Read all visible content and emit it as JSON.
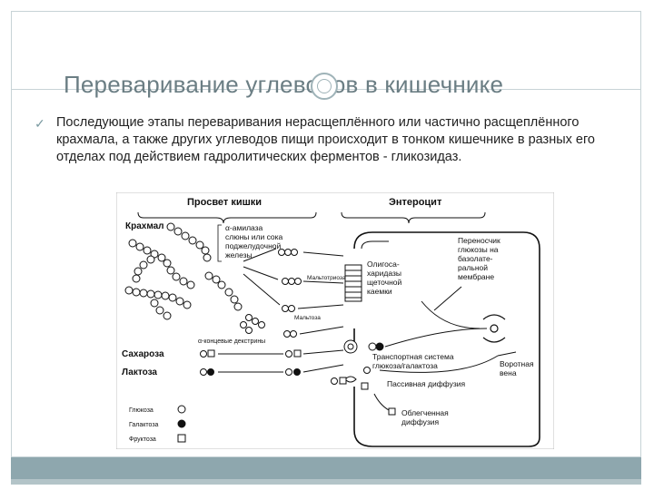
{
  "slide": {
    "title": "Переваривание углеводов в кишечнике",
    "bullet_icon": "checkmark-icon",
    "bullet_text": "Последующие этапы переваривания нерасщеплённого или частично расщеплённого крахмала, а также других углеводов пищи происходит в тонком кишечнике в разных его отделах под действием гадролитических ферментов - гликозидаз."
  },
  "figure": {
    "lumen_header": "Просвет кишки",
    "enterocyte_header": "Энтероцит",
    "starch": "Крахмал",
    "amylase_1": "α-амилаза",
    "amylase_2": "слюны или сока",
    "amylase_3": "поджелудочной",
    "amylase_4": "железы",
    "maltotriose": "Мальтотриоза",
    "maltose": "Мальтоза",
    "dextrins": "α-концевые декстрины",
    "sucrose": "Сахароза",
    "lactose": "Лактоза",
    "oligo_1": "Олигоса-",
    "oligo_2": "харидазы",
    "oligo_3": "щеточной",
    "oligo_4": "каемки",
    "carrier_1": "Переносчик",
    "carrier_2": "глюкозы на",
    "carrier_3": "базолате-",
    "carrier_4": "ральной",
    "carrier_5": "мембране",
    "transport_1": "Транспортная система",
    "transport_2": "глюкоза/галактоза",
    "passive": "Пассивная диффузия",
    "portal_1": "Воротная",
    "portal_2": "вена",
    "facilitated_1": "Облегченная",
    "facilitated_2": "диффузия",
    "legend_glucose": "Глюкоза",
    "legend_galactose": "Галактоза",
    "legend_fructose": "Фруктоза"
  }
}
